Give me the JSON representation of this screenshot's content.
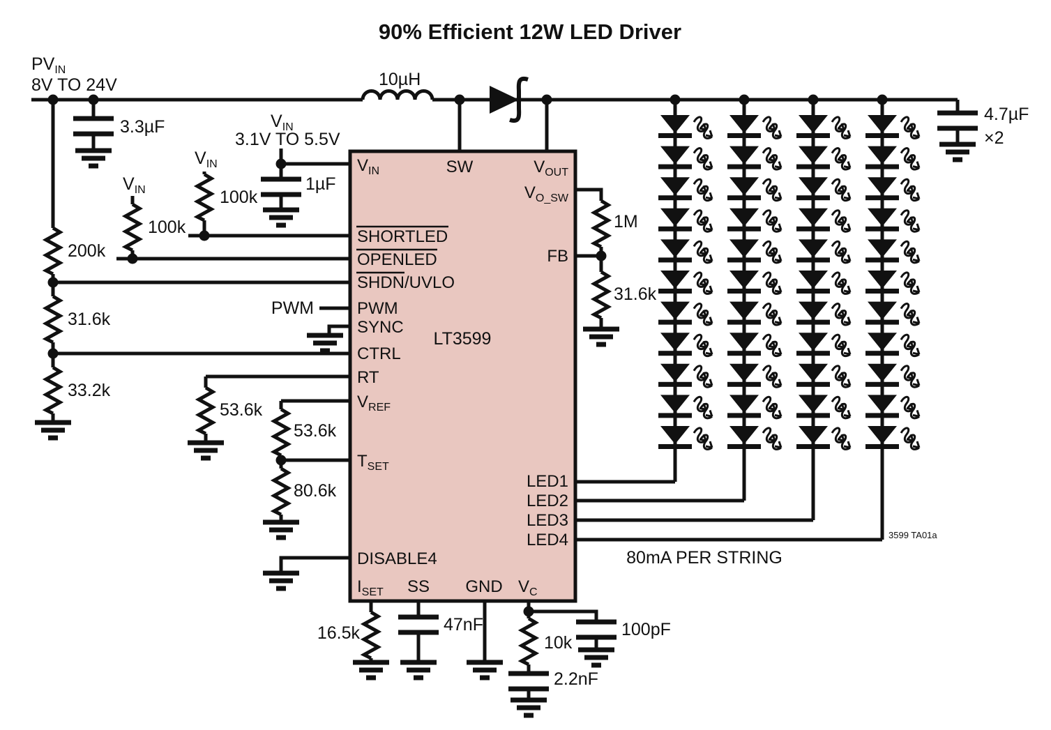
{
  "title": "90% Efficient 12W LED Driver",
  "ic": {
    "name": "LT3599"
  },
  "pins": {
    "vin": {
      "base": "V",
      "sub": "IN"
    },
    "sw": "SW",
    "vout": {
      "base": "V",
      "sub": "OUT"
    },
    "vo_sw": {
      "base": "V",
      "sub": "O_SW"
    },
    "shortled": "SHORTLED",
    "openled": "OPENLED",
    "shdn_uvlo": {
      "inv": "SHDN",
      "rest": "/UVLO"
    },
    "pwm": "PWM",
    "sync": "SYNC",
    "ctrl": "CTRL",
    "rt": "RT",
    "vref": {
      "base": "V",
      "sub": "REF"
    },
    "fb": "FB",
    "tset": {
      "base": "T",
      "sub": "SET"
    },
    "disable4": "DISABLE4",
    "iset": {
      "base": "I",
      "sub": "SET"
    },
    "ss": "SS",
    "gnd": "GND",
    "vc": {
      "base": "V",
      "sub": "C"
    },
    "led1": "LED1",
    "led2": "LED2",
    "led3": "LED3",
    "led4": "LED4"
  },
  "labels": {
    "pvin": {
      "base": "PV",
      "sub": "IN"
    },
    "pvin_range": "8V TO 24V",
    "vin_pullup1": {
      "base": "V",
      "sub": "IN"
    },
    "vin_pullup2": {
      "base": "V",
      "sub": "IN"
    },
    "vin_supply": {
      "base": "V",
      "sub": "IN"
    },
    "vin_supply_range": "3.1V TO 5.5V",
    "pwm_input": "PWM",
    "led_current_note": "80mA PER STRING",
    "doc_ref": "3599 TA01a"
  },
  "components": {
    "input_cap": "3.3µF",
    "r_divider_top": "200k",
    "r_divider_mid": "31.6k",
    "r_divider_bot": "33.2k",
    "r_openled_pullup": "100k",
    "r_shortled_pullup": "100k",
    "vin_bypass_cap": "1µF",
    "inductor": "10µH",
    "r_fb_top": "1M",
    "r_fb_bot": "31.6k",
    "r_rt": "53.6k",
    "r_vref": "53.6k",
    "r_tset": "80.6k",
    "r_iset": "16.5k",
    "ss_cap": "47nF",
    "vc_r": "10k",
    "vc_cap": "2.2nF",
    "vc_filter_cap": "100pF",
    "output_cap": "4.7µF",
    "output_cap_qty": "×2"
  }
}
